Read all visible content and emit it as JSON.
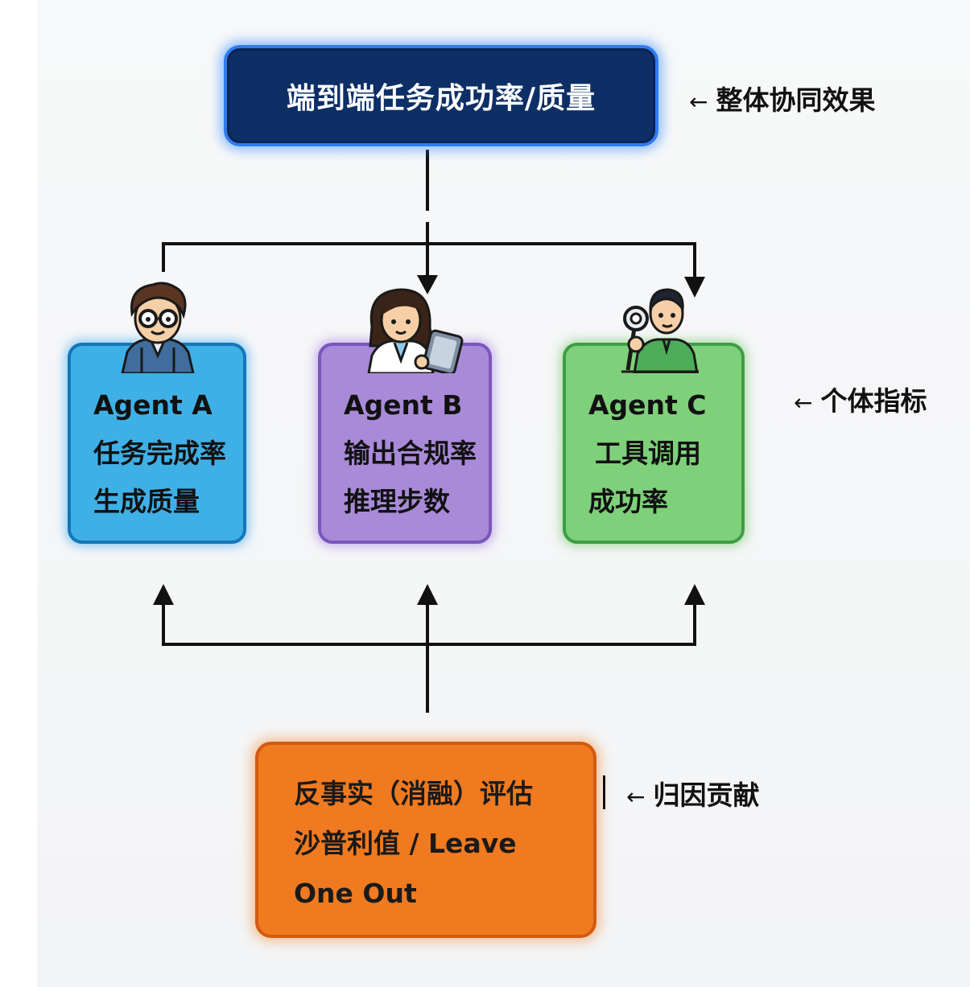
{
  "top": {
    "title": "端到端任务成功率/质量",
    "note_arrow": "←",
    "note": "整体协同效果"
  },
  "agents": [
    {
      "name": "Agent  A",
      "line1": "任务完成率",
      "line2": "生成质量",
      "color": "#3fb0e6"
    },
    {
      "name": "Agent  B",
      "line1": "输出合规率",
      "line2": "推理步数",
      "color": "#a98ad8"
    },
    {
      "name": "Agent  C",
      "line1": "工具调用",
      "line2": "成功率",
      "color": "#7fd07a"
    }
  ],
  "individual": {
    "note_arrow": "←",
    "note": "个体指标"
  },
  "bottom": {
    "line1": "反事实（消融）评估",
    "line2": "沙普利值  /  Leave",
    "line3": "One  Out",
    "note_arrow": "←",
    "note": "归因贡献",
    "color": "#f07a1f"
  },
  "icons": {
    "agent_a_avatar": "person-with-glasses-icon",
    "agent_b_avatar": "woman-with-tablet-icon",
    "agent_c_avatar": "person-with-magnifier-icon"
  }
}
